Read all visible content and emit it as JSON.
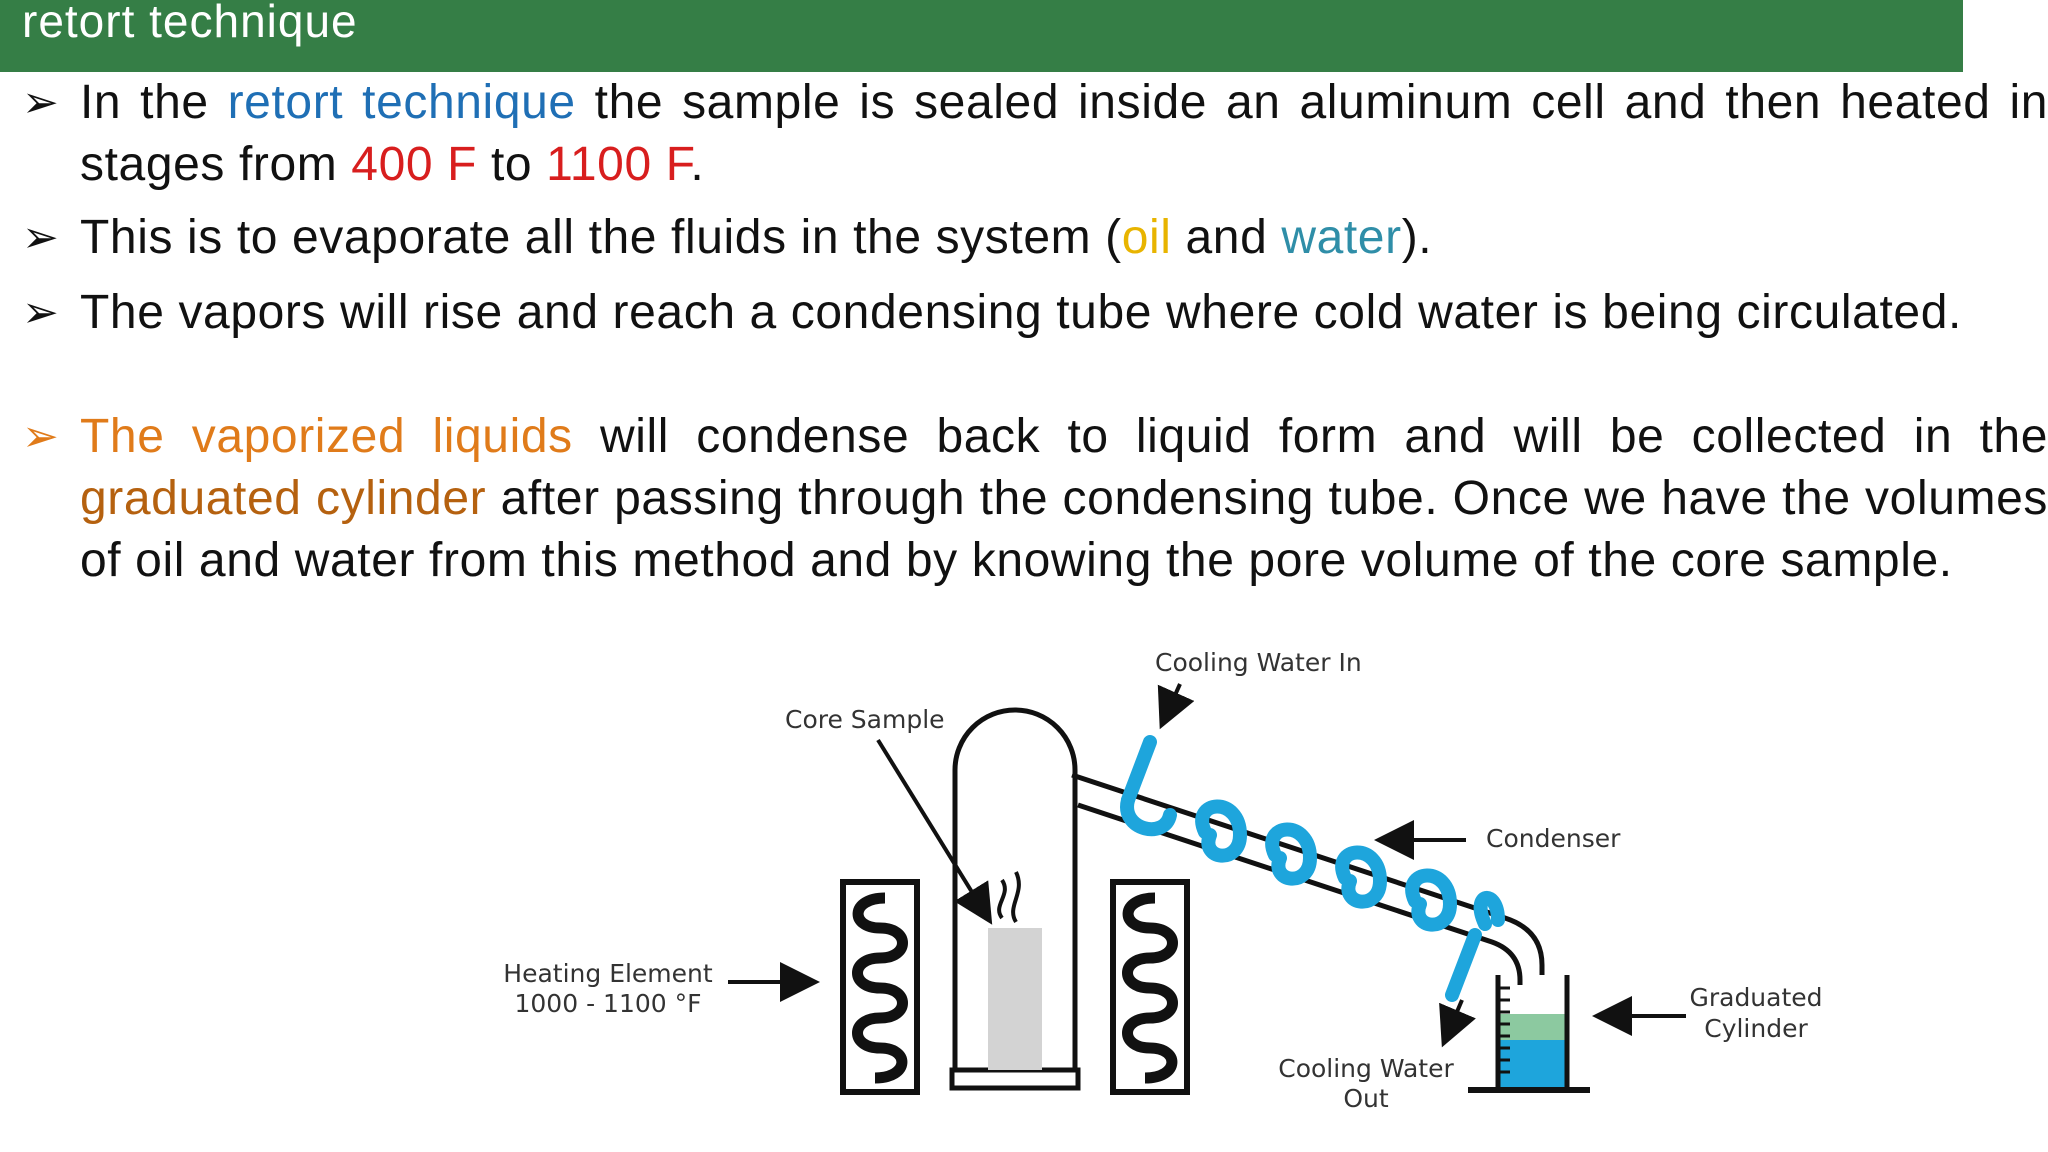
{
  "title": "retort technique",
  "colors": {
    "title_bg": "#357e46",
    "blue": "#1f6fb5",
    "red": "#d81e1e",
    "gold": "#e8b400",
    "teal": "#2f8ea8",
    "orange": "#e07b1a",
    "brown": "#b5610f",
    "coil": "#1ea5dc",
    "liquid_water": "#1ea5dc",
    "liquid_oil": "#8cc9a0"
  },
  "bullets": [
    {
      "marker": "➢",
      "parts": [
        {
          "text": "In the "
        },
        {
          "text": "retort technique",
          "color": "blue"
        },
        {
          "text": " the sample is sealed inside an aluminum cell and then heated in stages from "
        },
        {
          "text": "400 F",
          "color": "red"
        },
        {
          "text": " to "
        },
        {
          "text": "1100 F",
          "color": "red"
        },
        {
          "text": "."
        }
      ]
    },
    {
      "marker": "➢",
      "parts": [
        {
          "text": "This is to evaporate all the fluids in the system ("
        },
        {
          "text": "oil",
          "color": "gold"
        },
        {
          "text": " and "
        },
        {
          "text": "water",
          "color": "teal"
        },
        {
          "text": ")."
        }
      ]
    },
    {
      "marker": "➢",
      "parts": [
        {
          "text": " The vapors will rise  and reach a condensing tube where cold water is being circulated."
        }
      ]
    },
    {
      "marker": "➢",
      "marker_color": "orange",
      "parts": [
        {
          "text": "The vaporized liquids",
          "color": "orange"
        },
        {
          "text": " will condense back to liquid form and will be collected in the "
        },
        {
          "text": "graduated cylinder",
          "color": "brown"
        },
        {
          "text": " after passing through the condensing tube. Once we have the volumes of oil and water from this method and by knowing the pore volume of the core sample."
        }
      ]
    }
  ],
  "diagram": {
    "labels": {
      "cooling_water_in": "Cooling Water In",
      "core_sample": "Core Sample",
      "condenser": "Condenser",
      "heating_element_line1": "Heating Element",
      "heating_element_line2": "1000 - 1100 °F",
      "graduated_cylinder_line1": "Graduated",
      "graduated_cylinder_line2": "Cylinder",
      "cooling_water_out_line1": "Cooling Water",
      "cooling_water_out_line2": "Out"
    },
    "icons": [
      "heating-coil-icon",
      "steam-icon",
      "condenser-coil-icon",
      "arrow-icon"
    ]
  }
}
